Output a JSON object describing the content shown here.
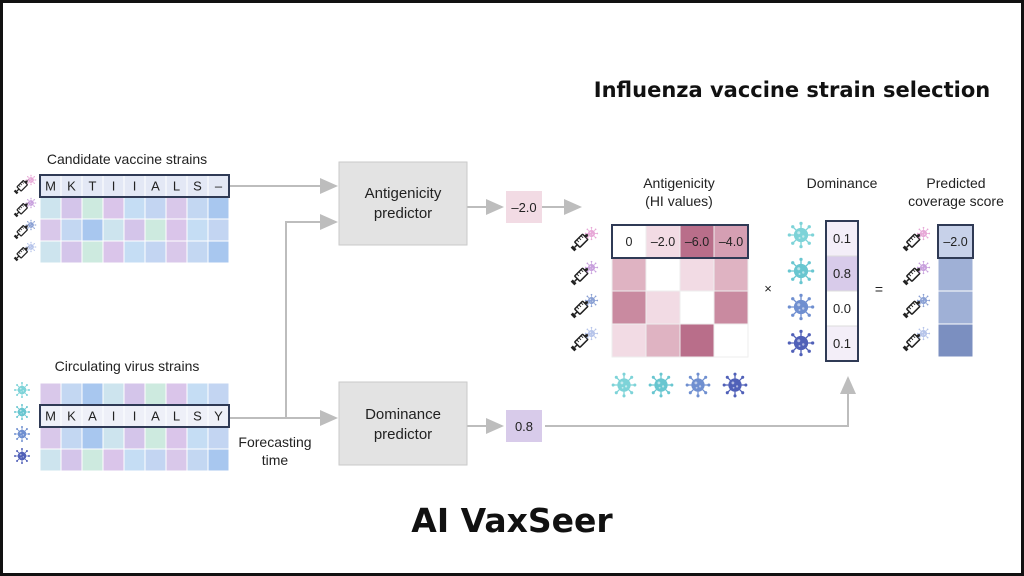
{
  "header": {
    "title": "Influenza vaccine strain selection"
  },
  "footer": {
    "brand": "AI VaxSeer"
  },
  "colors": {
    "border": "#2f3a55",
    "arrow": "#bdbdbd",
    "box": "#e3e3e3",
    "pink_light": "#f2dbe4",
    "pink_mid": "#dfb3c2",
    "pink_dark": "#c98aa0",
    "mauve": "#b96e8a",
    "blue_light": "#c7d1e9",
    "blue_mid": "#9fb0d6",
    "blue_dark": "#7b8fc0",
    "lavender": "#d8cbea"
  },
  "candidate": {
    "label": "Candidate vaccine strains",
    "sequence": [
      "M",
      "K",
      "T",
      "I",
      "I",
      "A",
      "L",
      "S",
      "–"
    ]
  },
  "circulating": {
    "label": "Circulating virus strains",
    "sequence": [
      "M",
      "K",
      "A",
      "I",
      "I",
      "A",
      "L",
      "S",
      "Y"
    ]
  },
  "forecast": {
    "line1": "Forecasting",
    "line2": "time"
  },
  "antigenicity_predictor": {
    "line1": "Antigenicity",
    "line2": "predictor",
    "output": "–2.0"
  },
  "dominance_predictor": {
    "line1": "Dominance",
    "line2": "predictor",
    "output": "0.8"
  },
  "hi_matrix": {
    "title1": "Antigenicity",
    "title2": "(HI values)",
    "first_row": [
      "0",
      "–2.0",
      "–6.0",
      "–4.0"
    ]
  },
  "dominance": {
    "title": "Dominance",
    "values": [
      "0.1",
      "0.8",
      "0.0",
      "0.1"
    ]
  },
  "operators": {
    "times": "×",
    "equals": "="
  },
  "coverage": {
    "title1": "Predicted",
    "title2": "coverage score",
    "top_value": "–2.0"
  }
}
